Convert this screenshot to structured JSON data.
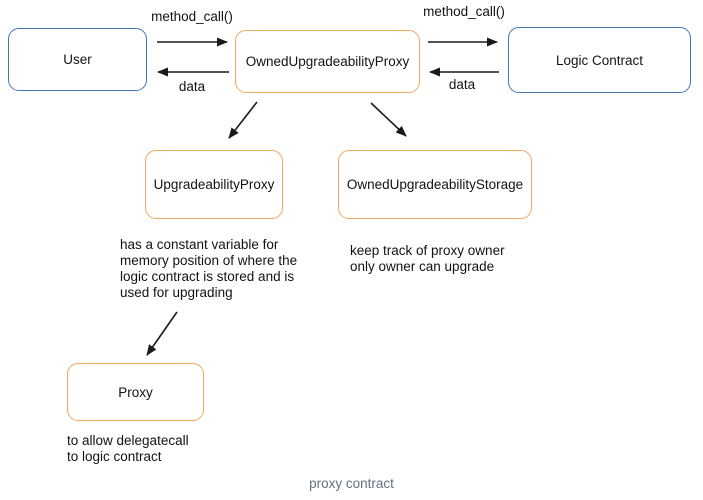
{
  "diagram": {
    "caption": "proxy contract",
    "colors": {
      "blue_border": "#4277b5",
      "orange_border": "#f2a75e",
      "arrow": "#1a1a1a",
      "caption_gray": "#66707e"
    },
    "nodes": {
      "user": {
        "label": "User"
      },
      "owned_upgradeability_proxy": {
        "label": "OwnedUpgradeabilityProxy"
      },
      "logic_contract": {
        "label": "Logic Contract"
      },
      "upgradeability_proxy": {
        "label": "UpgradeabilityProxy"
      },
      "owned_upgradeability_storage": {
        "label": "OwnedUpgradeabilityStorage"
      },
      "proxy": {
        "label": "Proxy"
      }
    },
    "edge_labels": {
      "user_method_call": "method_call()",
      "user_data": "data",
      "logic_method_call": "method_call()",
      "logic_data": "data"
    },
    "notes": {
      "upgradeability_proxy_note": "has a constant variable for\nmemory position of where the\nlogic contract is stored and is\nused for upgrading",
      "storage_note": "keep track of proxy owner\nonly owner can upgrade",
      "proxy_note": "to allow delegatecall\nto logic contract"
    }
  }
}
